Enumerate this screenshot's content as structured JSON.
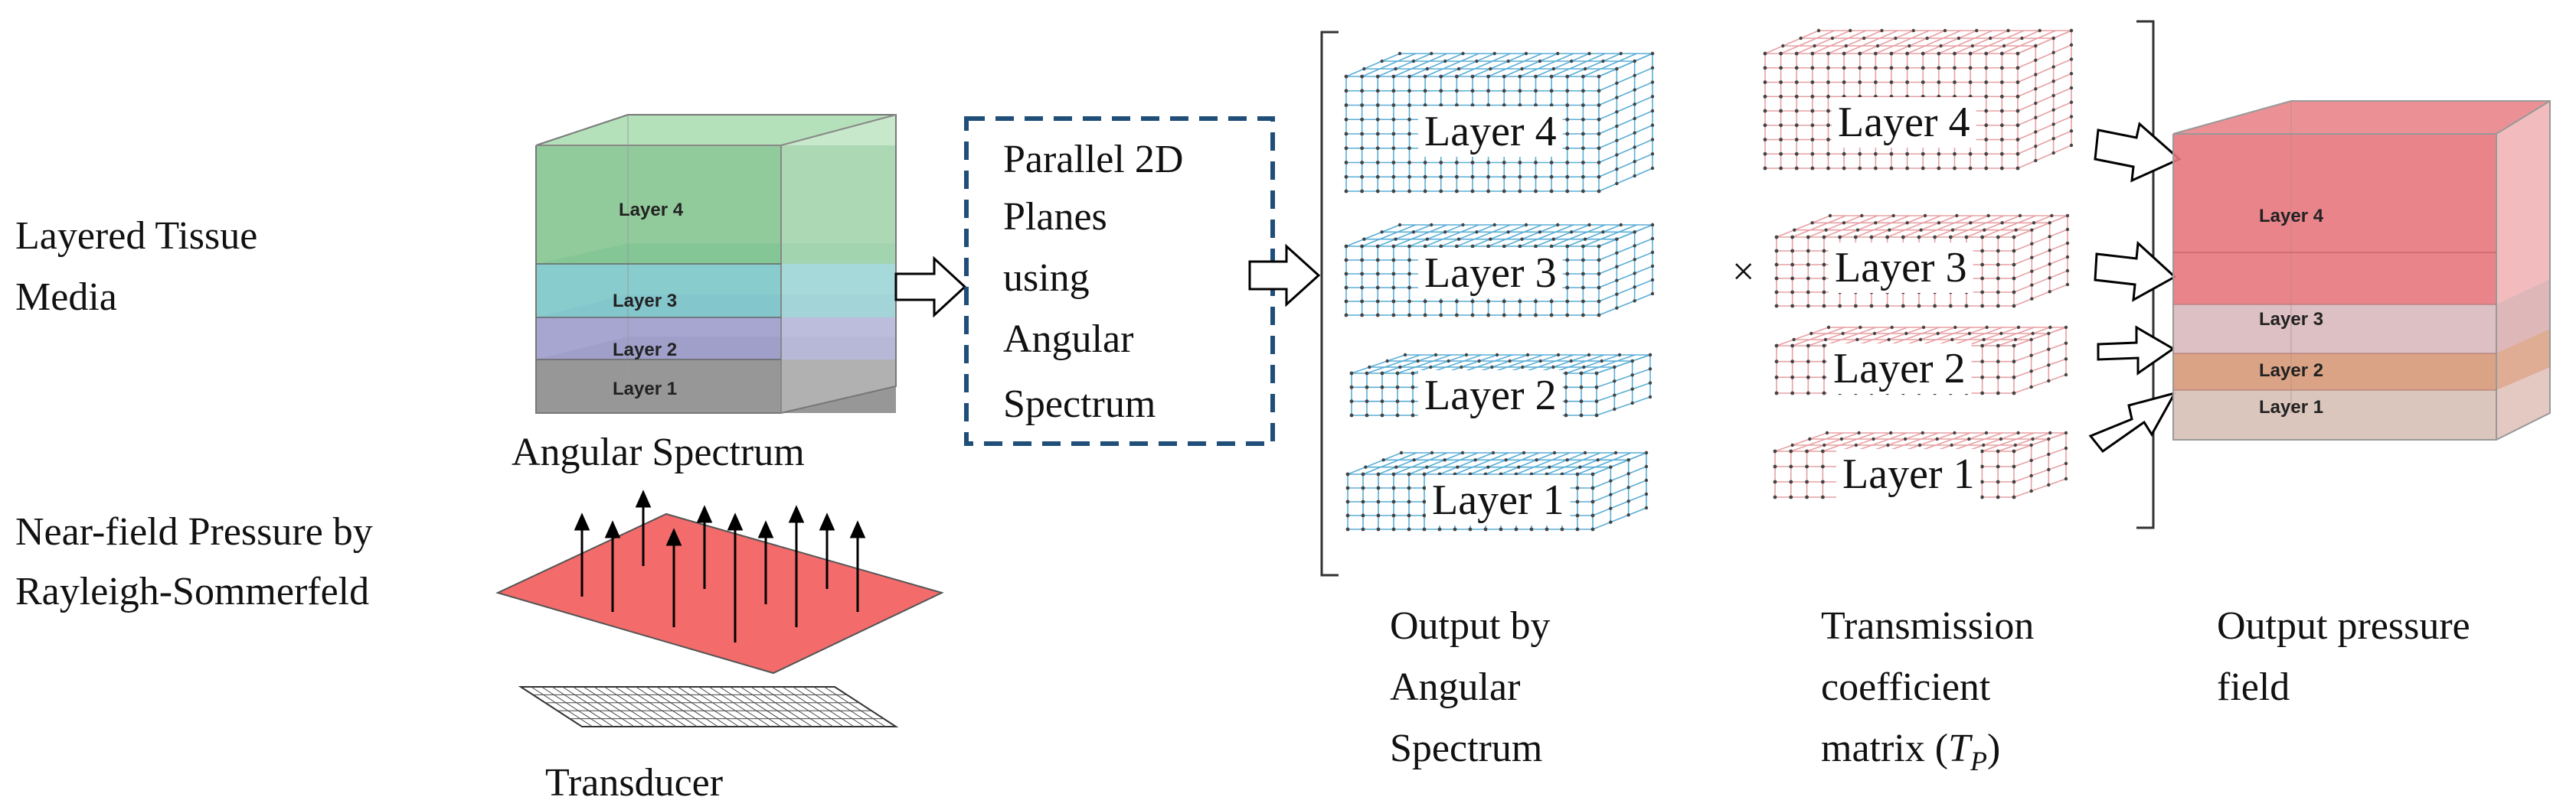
{
  "left": {
    "tissue_label": [
      "Layered Tissue",
      "Media"
    ],
    "stack_layers": [
      "Layer 4",
      "Layer 3",
      "Layer 2",
      "Layer 1"
    ],
    "angular_spectrum_label": "Angular Spectrum",
    "nearfield_label": [
      "Near-field Pressure by",
      "Rayleigh-Sommerfeld"
    ],
    "transducer_label": "Transducer"
  },
  "middle": {
    "process_box_lines": [
      "Parallel 2D",
      "Planes",
      "using",
      "Angular",
      "Spectrum"
    ]
  },
  "as_grids": {
    "layers": [
      "Layer 4",
      "Layer 3",
      "Layer 2",
      "Layer 1"
    ],
    "caption": [
      "Output by",
      "Angular",
      "Spectrum"
    ]
  },
  "multiply_symbol": "×",
  "tp_grids": {
    "layers": [
      "Layer 4",
      "Layer 3",
      "Layer 2",
      "Layer 1"
    ],
    "caption_lines": [
      "Transmission",
      "coefficient",
      "matrix ("
    ],
    "caption_symbol": "T",
    "caption_subscript": "P",
    "caption_close": ")"
  },
  "output": {
    "stack_layers": [
      "Layer 4",
      "Layer 3",
      "Layer 2",
      "Layer 1"
    ],
    "caption": [
      "Output pressure",
      "field"
    ]
  },
  "colors": {
    "layer4_green": "#8fcf98",
    "layer3_teal": "#8fd3d3",
    "layer2_lavender": "#b5b5e0",
    "layer1_gray": "#8c8c8c",
    "as_grid_blue": "#5aaed6",
    "tp_grid_red": "#e8a0a4",
    "out_layer4": "#e6777d",
    "out_layer3": "#dcc0c3",
    "out_layer2": "#d9a080",
    "out_layer1": "#dcc6bd",
    "pressure_plane": "#f46b6b",
    "dashed_box": "#1f4e79"
  }
}
